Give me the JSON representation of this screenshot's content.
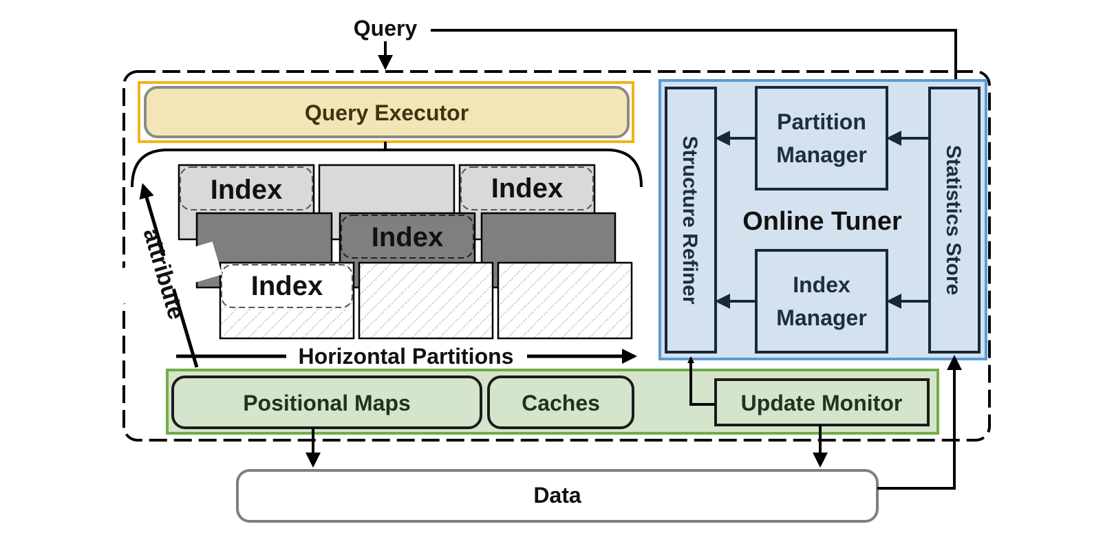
{
  "labels": {
    "query": "Query",
    "query_executor": "Query Executor",
    "index": "Index",
    "attribute": "attribute",
    "horizontal_partitions": "Horizontal Partitions",
    "positional_maps": "Positional Maps",
    "caches": "Caches",
    "update_monitor": "Update Monitor",
    "data": "Data",
    "online_tuner": "Online Tuner",
    "structure_refiner": "Structure Refiner",
    "statistics_store": "Statistics Store",
    "partition_manager_line1": "Partition",
    "partition_manager_line2": "Manager",
    "index_manager_line1": "Index",
    "index_manager_line2": "Manager"
  },
  "colors": {
    "executor_fill": "#f3e6b6",
    "executor_border": "#f2b418",
    "tuner_fill": "#d4e1ee",
    "tuner_border": "#5b9bd5",
    "storage_fill": "#d5e5cc",
    "storage_border": "#70ad47",
    "light_gray": "#d9d9d9",
    "dark_gray": "#7f7f7f"
  }
}
